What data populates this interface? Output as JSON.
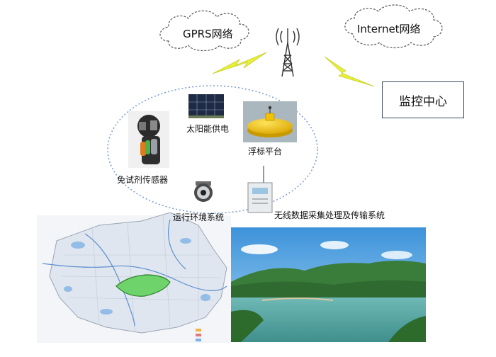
{
  "clouds": {
    "gprs": "GPRS网络",
    "internet": "Internet网络"
  },
  "monitoring_center": "监控中心",
  "components": {
    "solar": "太阳能供电",
    "buoy": "浮标平台",
    "sensor": "免试剂传感器",
    "camera": "运行环境系统",
    "datalogger": "无线数据采集处理及传输系统"
  },
  "colors": {
    "lightning": "#e6ef3a",
    "ellipse": "#7c9fd6",
    "buoy": "#f2c200",
    "water": "#5bb0b4",
    "sky": "#4aa0e0",
    "map_region": "#6dd36a"
  }
}
